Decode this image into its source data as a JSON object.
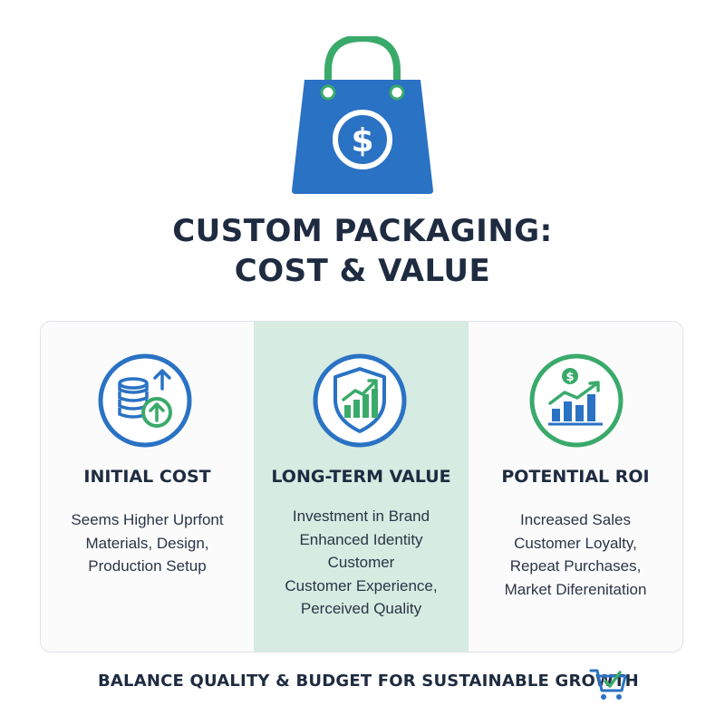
{
  "title": {
    "line1": "CUSTOM PACKAGING:",
    "line2": "COST & VALUE"
  },
  "columns": [
    {
      "title": "INITIAL COST",
      "icon": "coins-up-arrow-icon",
      "lines": [
        "Seems Higher Uprfont",
        "Materials, Design,",
        "Production Setup"
      ]
    },
    {
      "title": "LONG-TERM VALUE",
      "icon": "shield-growth-icon",
      "lines": [
        "Investment in Brand",
        "Enhanced Identity",
        "Customer",
        "Customer Experience,",
        "Perceived Quality"
      ]
    },
    {
      "title": "POTENTIAL ROI",
      "icon": "dollar-bar-chart-icon",
      "lines": [
        "Increased Sales",
        "Customer Loyalty,",
        "Repeat Purchases,",
        "Market Diferenitation"
      ]
    }
  ],
  "footer": {
    "text": "BALANCE QUALITY & BUDGET FOR SUSTAINABLE GROWTH",
    "icon": "shopping-cart-check-icon"
  },
  "colors": {
    "blue": "#2a72c4",
    "green": "#3aaa6a",
    "highlight": "#d6ebe1",
    "text": "#1e2b40"
  }
}
